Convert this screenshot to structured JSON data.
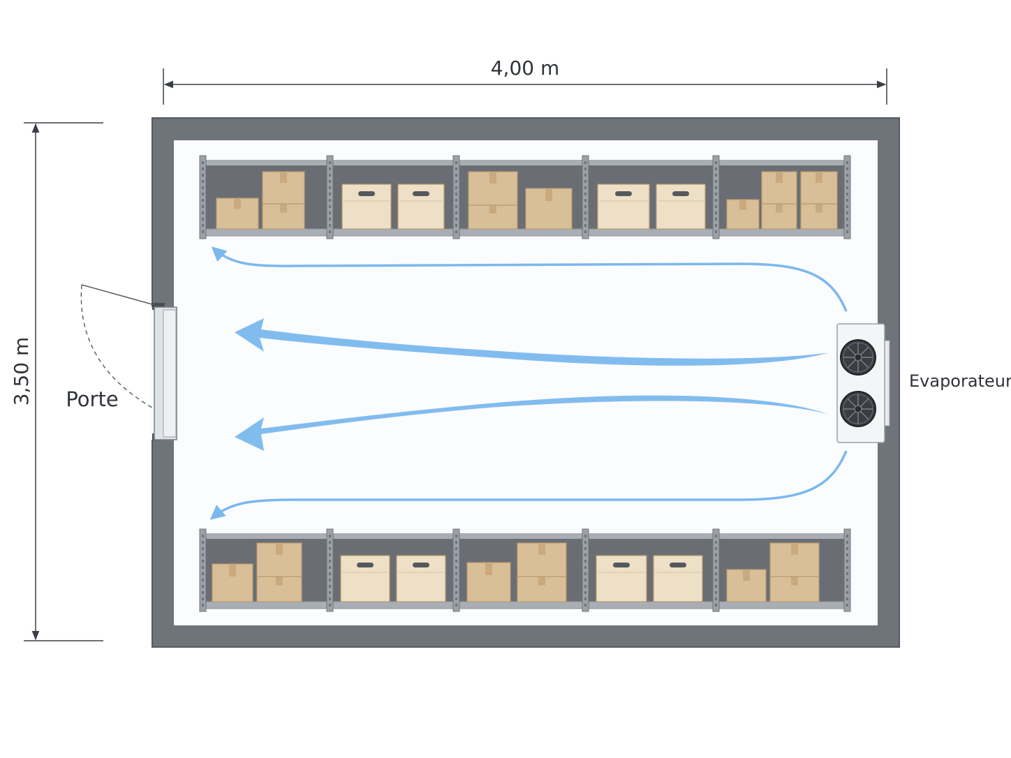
{
  "dimensions": {
    "width_label": "4,00 m",
    "height_label": "3,50 m"
  },
  "labels": {
    "door": "Porte",
    "evaporator": "Evaporateur"
  },
  "colors": {
    "wall": "#6f747b",
    "wall_edge": "#55595f",
    "floor": "#fbfcfe",
    "shelf_back": "#6a6e74",
    "shelf_frame": "#a9aeb4",
    "box_cardboard": "#d9bf98",
    "box_light": "#eee0c6",
    "airflow": "#7ab8ee",
    "fan": "#3a3d42",
    "text": "#2f3338"
  },
  "icons": {
    "door": "door-swing-icon",
    "evaporator_fan": "fan-icon",
    "airflow": "airflow-arrow-icon",
    "box": "cardboard-box-icon"
  },
  "evaporator": {
    "fan_count": 2
  },
  "shelving": {
    "rows": 2,
    "bays_per_row": 5
  }
}
